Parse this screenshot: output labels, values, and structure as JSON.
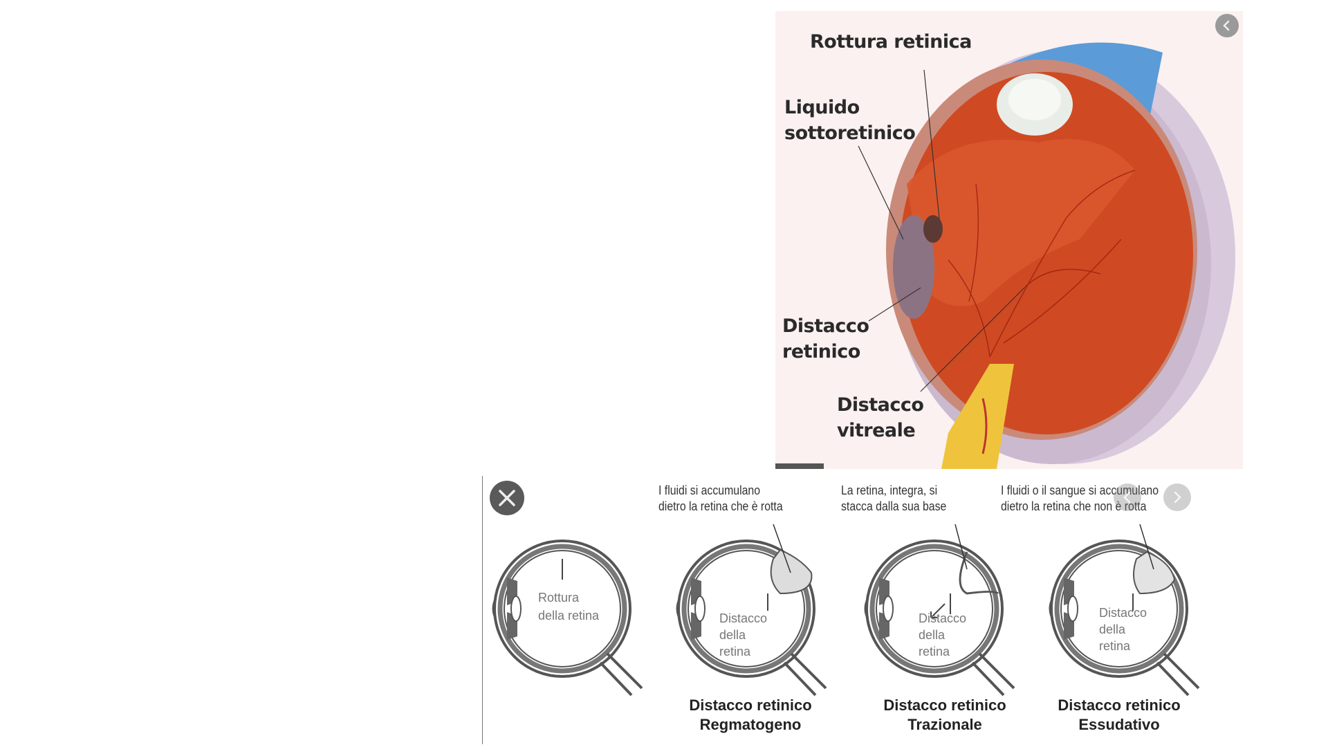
{
  "top_image": {
    "labels": {
      "rottura": "Rottura retinica",
      "liquido_1": "Liquido",
      "liquido_2": "sottoretinico",
      "distacco_ret_1": "Distacco",
      "distacco_ret_2": "retinico",
      "distacco_vit_1": "Distacco",
      "distacco_vit_2": "vitreale"
    },
    "back_icon": "chevron-left-icon"
  },
  "bottom_image": {
    "close_icon": "close-icon",
    "captions": [
      {
        "line1": "I fluidi si accumulano",
        "line2": "dietro la retina che è rotta"
      },
      {
        "line1": "La retina, integra, si",
        "line2": "stacca dalla sua base"
      },
      {
        "line1": "I fluidi o il sangue si accumulano",
        "line2": "dietro la retina che non è rotta"
      }
    ],
    "eye_labels": [
      {
        "line1": "Rottura",
        "line2": "della retina"
      },
      {
        "line1": "Distacco",
        "line2": "della",
        "line3": "retina"
      },
      {
        "line1": "Distacco",
        "line2": "della",
        "line3": "retina"
      },
      {
        "line1": "Distacco",
        "line2": "della",
        "line3": "retina"
      }
    ],
    "titles": [
      {
        "line1": "Distacco retinico",
        "line2": "Regmatogeno"
      },
      {
        "line1": "Distacco retinico",
        "line2": "Trazionale"
      },
      {
        "line1": "Distacco retinico",
        "line2": "Essudativo"
      }
    ]
  },
  "colors": {
    "bg_pink": "#fbf1f0",
    "retina": "#d2522a",
    "sclera": "#d9cbe0",
    "cornea": "#4f8fd0"
  }
}
